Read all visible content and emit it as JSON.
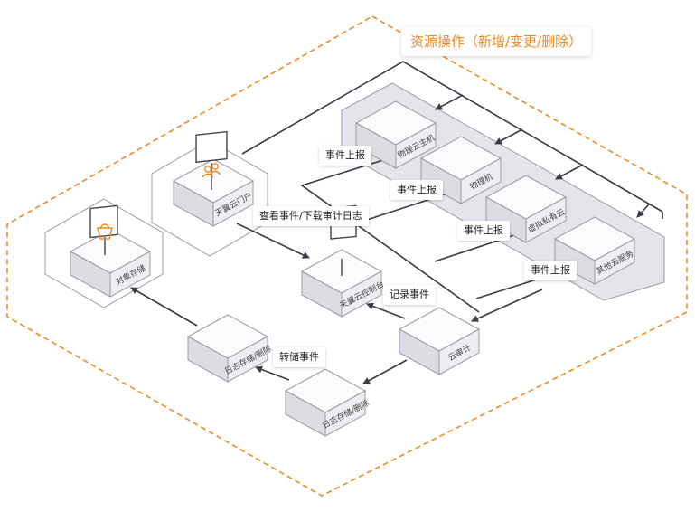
{
  "title": "资源操作（新增/变更/删除）",
  "colors": {
    "dashed_border": "#f08a24",
    "accent_icon": "#f08a24",
    "arrow": "#3a3a4a",
    "panel": "#e4e4ea"
  },
  "boxes": {
    "physical_host": "物理云主机",
    "physical_machine": "物理机",
    "virtual_private_cloud": "虚拟私有云",
    "other_cloud_service": "其他云服务",
    "cloud_portal": "天翼云门户",
    "console": "天翼云控制台",
    "cloud_audit": "云审计",
    "object_storage": "对象存储",
    "log_storage_top": "日志存储/删除",
    "log_storage_bottom": "日志存储/删除"
  },
  "labels": {
    "event_report_1": "事件上报",
    "event_report_2": "事件上报",
    "event_report_3": "事件上报",
    "event_report_4": "事件上报",
    "view_events": "查看事件/下载审计日志",
    "record_events": "记录事件",
    "transfer_events": "转储事件"
  },
  "icons": {
    "portal": "users-monitor-icon",
    "console": "monitor-icon",
    "storage": "bucket-monitor-icon"
  }
}
